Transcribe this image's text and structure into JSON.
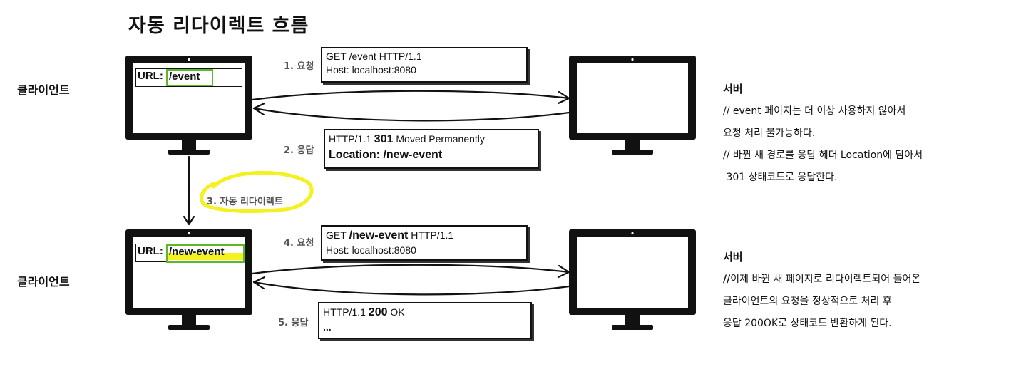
{
  "title": "자동 리다이렉트 흐름",
  "client_label": "클라이언트",
  "steps": {
    "s1": "1. 요청",
    "s2": "2. 응답",
    "s3": "3. 자동 리다이렉트",
    "s4": "4. 요청",
    "s5": "5. 응답"
  },
  "top": {
    "url_prefix": "URL:",
    "url_value": "/event",
    "request": {
      "method": "GET",
      "path": "/event",
      "version": "HTTP/1.1",
      "host": "Host: localhost:8080"
    },
    "response": {
      "version": "HTTP/1.1",
      "code": "301",
      "reason": "Moved Permanently",
      "location_key": "Location:",
      "location_value": "/new-event"
    },
    "server_title": "서버",
    "server_notes": [
      "// event 페이지는 더 이상 사용하지 않아서",
      "요청 처리 불가능하다.",
      "// 바뀐 새 경로를 응답 헤더 Location에 담아서",
      " 301 상태코드로 응답한다."
    ]
  },
  "bottom": {
    "url_prefix": "URL:",
    "url_value": "/new-event",
    "request": {
      "method": "GET",
      "path": "/new-event",
      "version": "HTTP/1.1",
      "host": "Host: localhost:8080"
    },
    "response": {
      "version": "HTTP/1.1",
      "code": "200",
      "reason": "OK",
      "ellipsis": "..."
    },
    "server_title": "서버",
    "notes_prefix": "//",
    "notes_line1": "이제 바뀐 새 페이지로 리다이렉트되어 들어온",
    "server_notes": [
      "클라이언트의 요청을 정상적으로 처리 후",
      "응답 200OK로 상태코드 반환하게 된다."
    ]
  }
}
